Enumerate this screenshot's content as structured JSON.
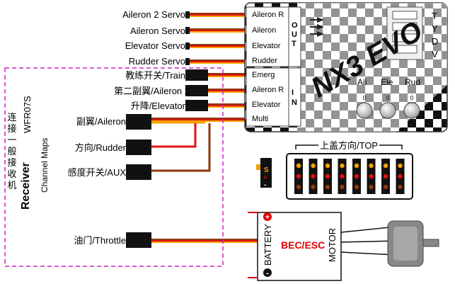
{
  "receiver": {
    "model": "WFR07S",
    "name": "Receiver",
    "chinese_title": "连接一般接收机",
    "channel_maps": "Channel Maps",
    "channels": [
      {
        "label": "教练开关/Train"
      },
      {
        "label": "第二副翼/Aileron 2"
      },
      {
        "label": "升降/Elevator"
      },
      {
        "label": "副翼/Aileron"
      },
      {
        "label": "方向/Rudder"
      },
      {
        "label": "感度开关/AUX"
      },
      {
        "label": "油门/Throttle"
      }
    ]
  },
  "servos": [
    {
      "label": "Aileron 2 Servo"
    },
    {
      "label": "Aileron Servo"
    },
    {
      "label": "Elevator Servo"
    },
    {
      "label": "Rudder Servo"
    }
  ],
  "controller": {
    "out_ports": [
      "Aileron R",
      "Aileron",
      "Elevator",
      "Rudder"
    ],
    "in_ports": [
      "Emerg",
      "Aileron R",
      "Elevator",
      "Multi"
    ],
    "out_label": "OUT",
    "in_label": "IN",
    "logo": "NX3 EVO",
    "dip_labels": [
      "T",
      "Y",
      "D",
      "V"
    ],
    "knobs": [
      "Ail",
      "Ele",
      "Rud"
    ]
  },
  "top_connector": {
    "label": "上盖方向/TOP",
    "pins": 8
  },
  "small_connector": {
    "signal": "S",
    "plus": "+",
    "minus": "-"
  },
  "esc": {
    "name": "BEC/ESC",
    "battery": "BATTERY",
    "motor": "MOTOR",
    "plus": "+",
    "minus": "-"
  },
  "colors": {
    "wire_orange": "#f6a000",
    "wire_red": "#e01010",
    "wire_brown": "#8b3a0f",
    "frame_magenta": "#d020c0",
    "accent_red": "#e00000"
  }
}
